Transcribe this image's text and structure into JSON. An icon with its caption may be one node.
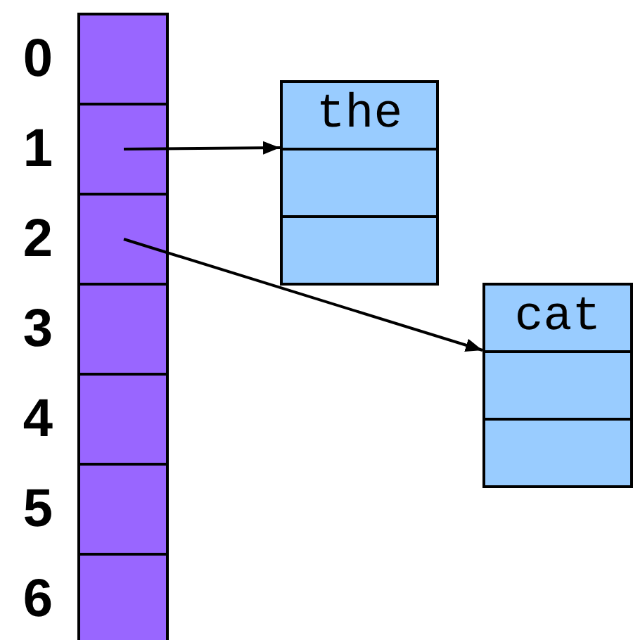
{
  "diagram": {
    "nodes": [
      {
        "text": [],
        "shape": "box",
        "beside": [
          "0"
        ]
      },
      {
        "text": [],
        "shape": "box",
        "beside": [
          "1"
        ]
      },
      {
        "text": [],
        "shape": "box",
        "beside": [
          "2"
        ]
      },
      {
        "text": [],
        "shape": "box",
        "beside": [
          "3"
        ]
      },
      {
        "text": [],
        "shape": "box",
        "beside": [
          "4"
        ]
      },
      {
        "text": [],
        "shape": "box",
        "beside": [
          "5"
        ]
      },
      {
        "text": [],
        "shape": "box",
        "beside": [
          "6"
        ]
      },
      {
        "text": [
          "the"
        ]
      },
      {
        "text": [],
        "shape": "box"
      },
      {
        "text": [],
        "shape": "box"
      },
      {
        "text": [
          "cat"
        ]
      },
      {
        "text": [],
        "shape": "box"
      },
      {
        "text": [],
        "shape": "box"
      }
    ],
    "edges": [
      {
        "from": 1,
        "to": 7,
        "arrow": "to"
      },
      {
        "from": 2,
        "to": 10,
        "arrow": "to"
      }
    ]
  }
}
